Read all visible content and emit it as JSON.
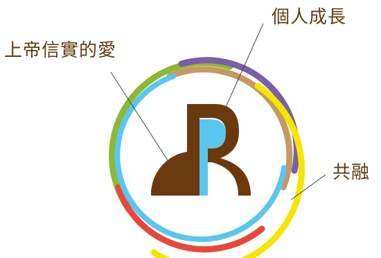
{
  "labels": {
    "love": "上帝信實的愛",
    "growth": "個人成長",
    "fusion": "共融"
  },
  "logo": {
    "letter": "R"
  },
  "colors": {
    "text": "#5e3d10",
    "brown": "#6a3a0e",
    "tan": "#c49a62",
    "purple": "#7b5ea6",
    "green": "#8db832",
    "yellow": "#f4e600",
    "red": "#e8483a",
    "sky": "#5bc6ee",
    "leader": "#444444"
  }
}
